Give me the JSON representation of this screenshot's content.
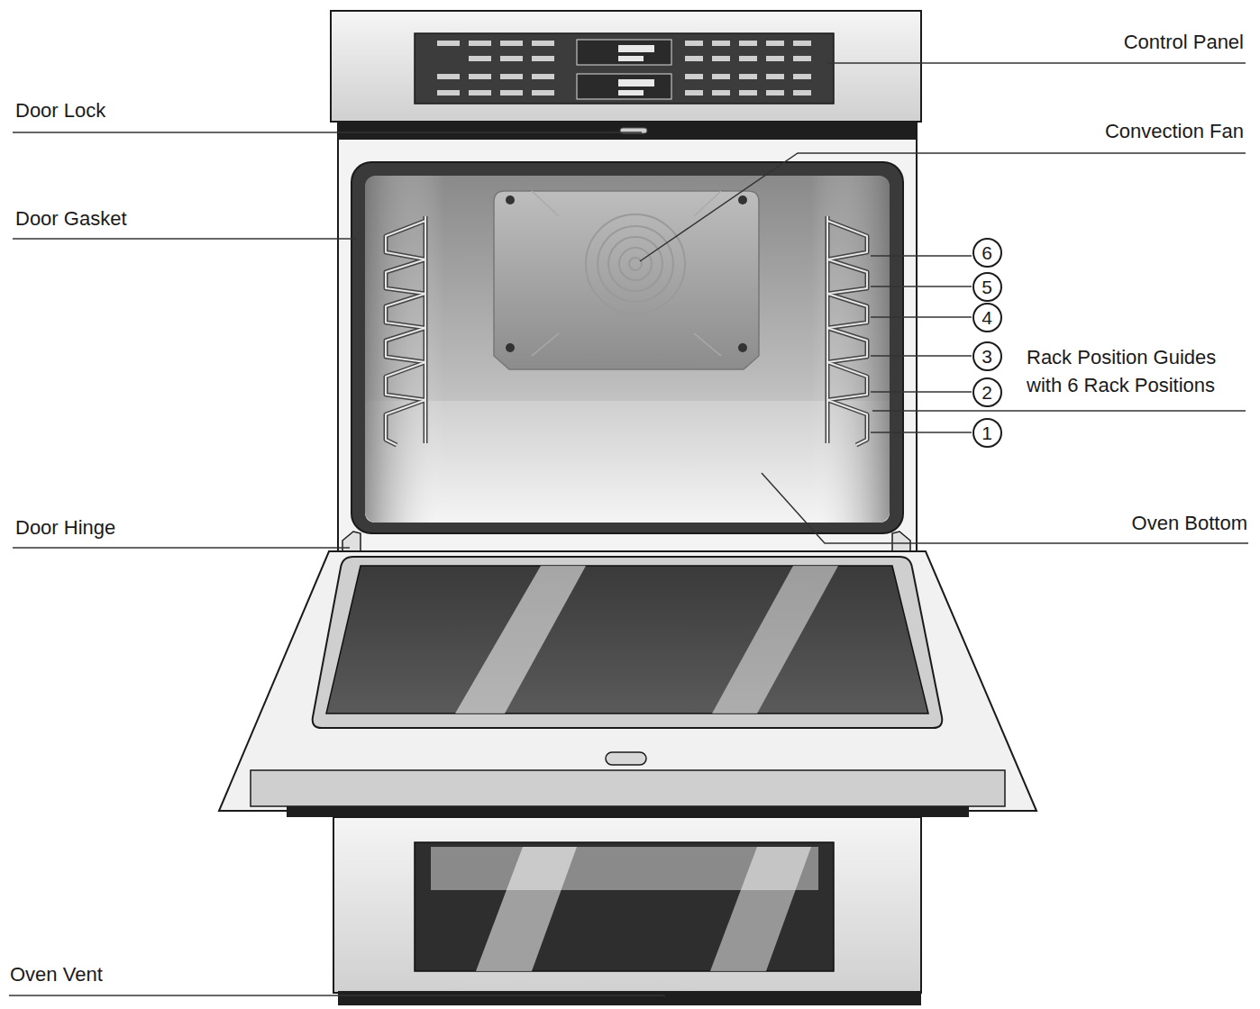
{
  "diagram": {
    "nodes": [
      {
        "text": [
          "6"
        ]
      },
      {
        "text": [
          "5"
        ]
      },
      {
        "text": [
          "4"
        ]
      },
      {
        "text": [
          "3"
        ]
      },
      {
        "text": [
          "2"
        ]
      },
      {
        "text": [
          "1"
        ]
      }
    ],
    "labels": [
      "Control Panel",
      "Door Lock",
      "Convection Fan",
      "Door Gasket",
      "Rack Position Guides with 6 Rack Positions",
      "Door Hinge",
      "Oven Bottom",
      "Oven Vent"
    ]
  }
}
